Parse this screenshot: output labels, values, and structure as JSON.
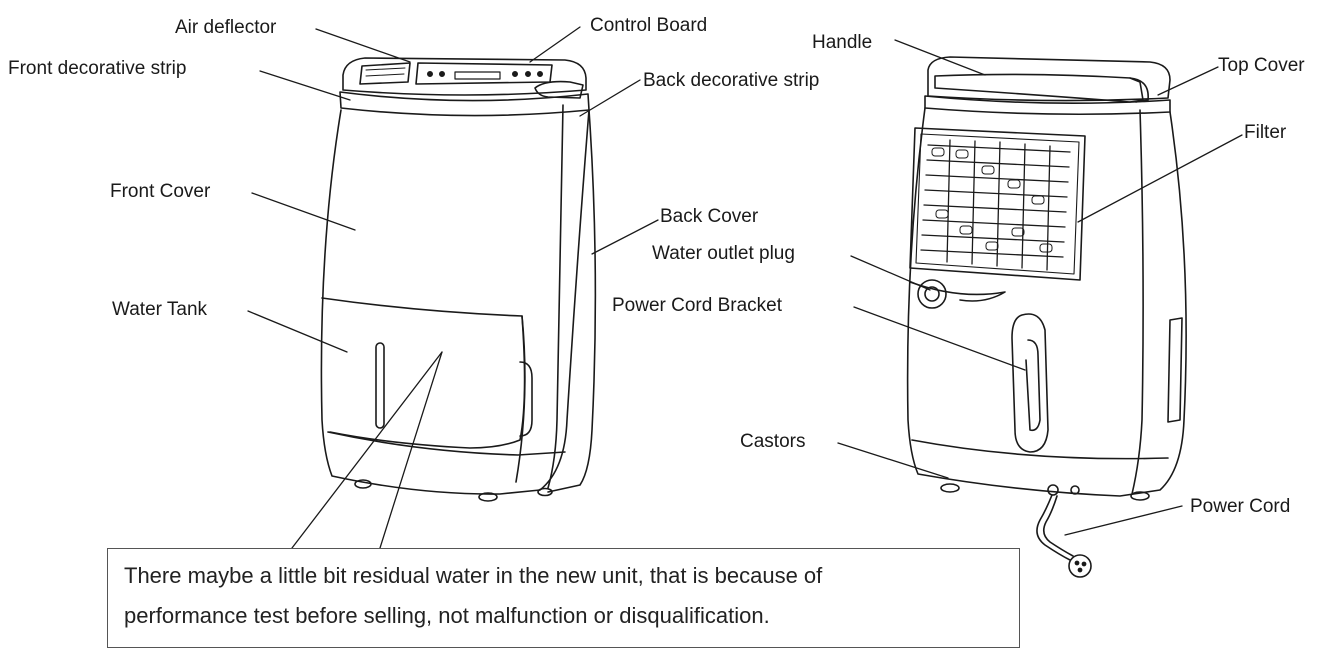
{
  "labels": {
    "air_deflector": "Air deflector",
    "control_board": "Control Board",
    "handle": "Handle",
    "top_cover": "Top Cover",
    "front_decorative_strip": "Front decorative strip",
    "back_decorative_strip": "Back decorative strip",
    "front_cover": "Front Cover",
    "filter": "Filter",
    "back_cover": "Back Cover",
    "water_outlet_plug": "Water outlet plug",
    "water_tank": "Water Tank",
    "power_cord_bracket": "Power Cord Bracket",
    "castors": "Castors",
    "power_cord": "Power Cord"
  },
  "note": {
    "line1": "There maybe a little bit residual water in the new unit, that is because of",
    "line2": "performance test before selling, not malfunction or disqualification."
  },
  "colors": {
    "line": "#1a1a1a",
    "background": "#ffffff"
  }
}
